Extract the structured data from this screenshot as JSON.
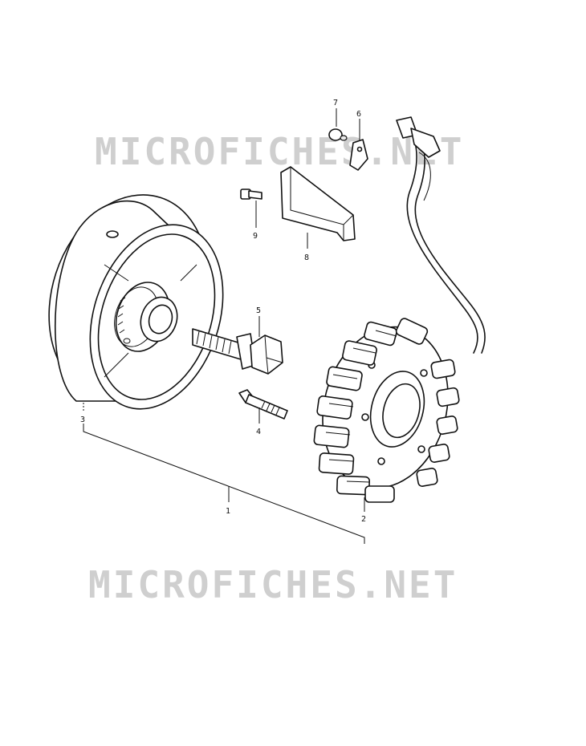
{
  "watermarks": [
    "MICROFICHES.NET",
    "MICROFICHES.NET"
  ],
  "callouts": {
    "p1": "1",
    "p2": "2",
    "p3": "3",
    "p4": "4",
    "p5": "5",
    "p6": "6",
    "p7": "7",
    "p8": "8",
    "p9": "9"
  },
  "colors": {
    "ink": "#111111",
    "watermark": "#cfcfcf",
    "background": "#ffffff"
  }
}
